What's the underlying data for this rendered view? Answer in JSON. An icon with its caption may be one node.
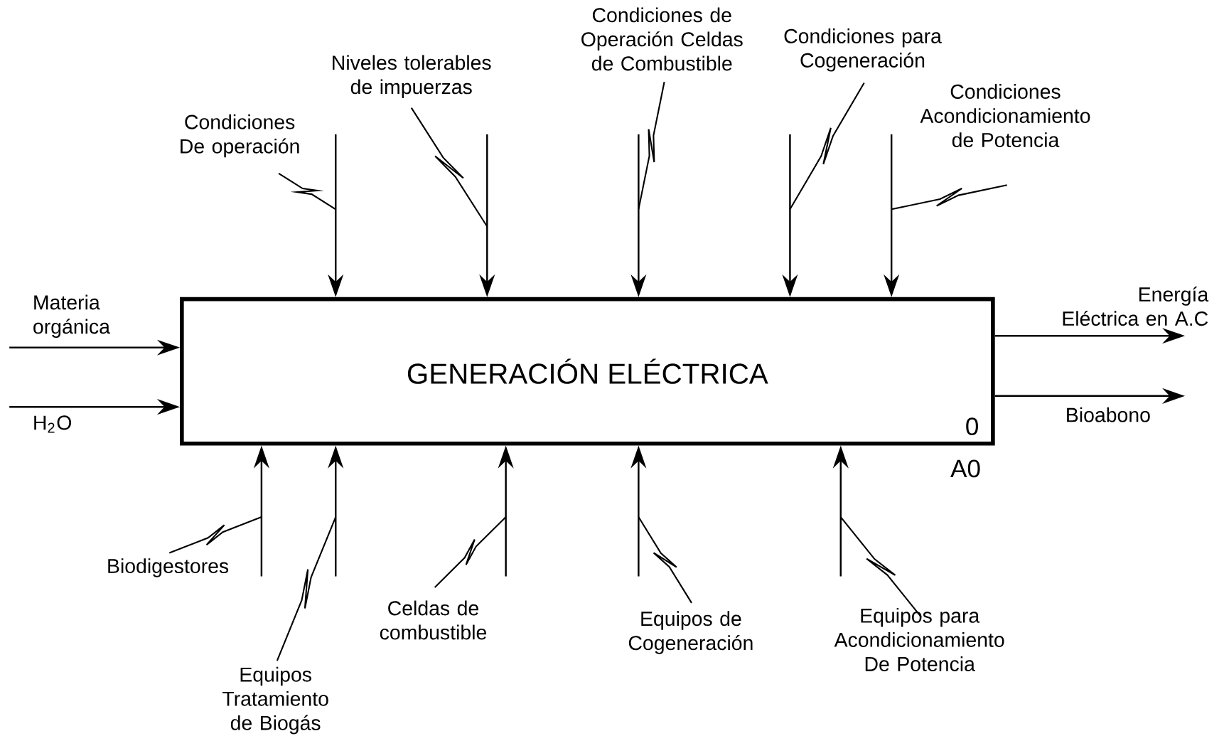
{
  "diagram": {
    "nodes": [
      {
        "text": [
          "GENERACIÓN ELÉCTRICA",
          "0"
        ],
        "beside": [
          "A0"
        ]
      },
      {
        "text": [
          "Condiciones De operación"
        ]
      },
      {
        "text": [
          "Niveles tolerables de impuerzas"
        ]
      },
      {
        "text": [
          "Condiciones de Operación Celdas de Combustible"
        ]
      },
      {
        "text": [
          "Condiciones para Cogeneración"
        ]
      },
      {
        "text": [
          "Condiciones Acondicionamiento de Potencia"
        ]
      },
      {
        "text": [
          "Biodigestores"
        ]
      },
      {
        "text": [
          "Equipos Tratamiento de Biogás"
        ]
      },
      {
        "text": [
          "Celdas de combustible"
        ]
      },
      {
        "text": [
          "Equipos de Cogeneración"
        ]
      },
      {
        "text": [
          "Equipos para Acondicionamiento De Potencia"
        ]
      }
    ],
    "edges": [
      {
        "from": null,
        "to": 0,
        "arrow": "to",
        "label": "Materia orgánica"
      },
      {
        "from": null,
        "to": 0,
        "arrow": "to",
        "label": "H$_{2}$O"
      },
      {
        "from": 0,
        "to": null,
        "arrow": "to",
        "label": "Energía Eléctrica en A.C"
      },
      {
        "from": 0,
        "to": null,
        "arrow": "to",
        "label": "Bioabono"
      },
      {
        "from": null,
        "to": 0,
        "arrow": "to"
      },
      {
        "from": null,
        "to": 0,
        "arrow": "to"
      },
      {
        "from": null,
        "to": 0,
        "arrow": "to"
      },
      {
        "from": null,
        "to": 0,
        "arrow": "to"
      },
      {
        "from": null,
        "to": 0,
        "arrow": "to"
      },
      {
        "from": null,
        "to": 0,
        "arrow": "to"
      },
      {
        "from": null,
        "to": 0,
        "arrow": "to"
      },
      {
        "from": null,
        "to": 0,
        "arrow": "to"
      },
      {
        "from": null,
        "to": 0,
        "arrow": "to"
      },
      {
        "from": null,
        "to": 0,
        "arrow": "to"
      },
      {
        "from": 1,
        "to": null,
        "arrow": "none"
      },
      {
        "from": 2,
        "to": null,
        "arrow": "none"
      },
      {
        "from": 3,
        "to": null,
        "arrow": "none"
      },
      {
        "from": 4,
        "to": null,
        "arrow": "none"
      },
      {
        "from": 5,
        "to": null,
        "arrow": "none"
      },
      {
        "from": 6,
        "to": null,
        "arrow": "none"
      },
      {
        "from": 7,
        "to": null,
        "arrow": "none"
      },
      {
        "from": 8,
        "to": null,
        "arrow": "none"
      },
      {
        "from": 9,
        "to": null,
        "arrow": "none"
      },
      {
        "from": 10,
        "to": null,
        "arrow": "none"
      }
    ]
  }
}
